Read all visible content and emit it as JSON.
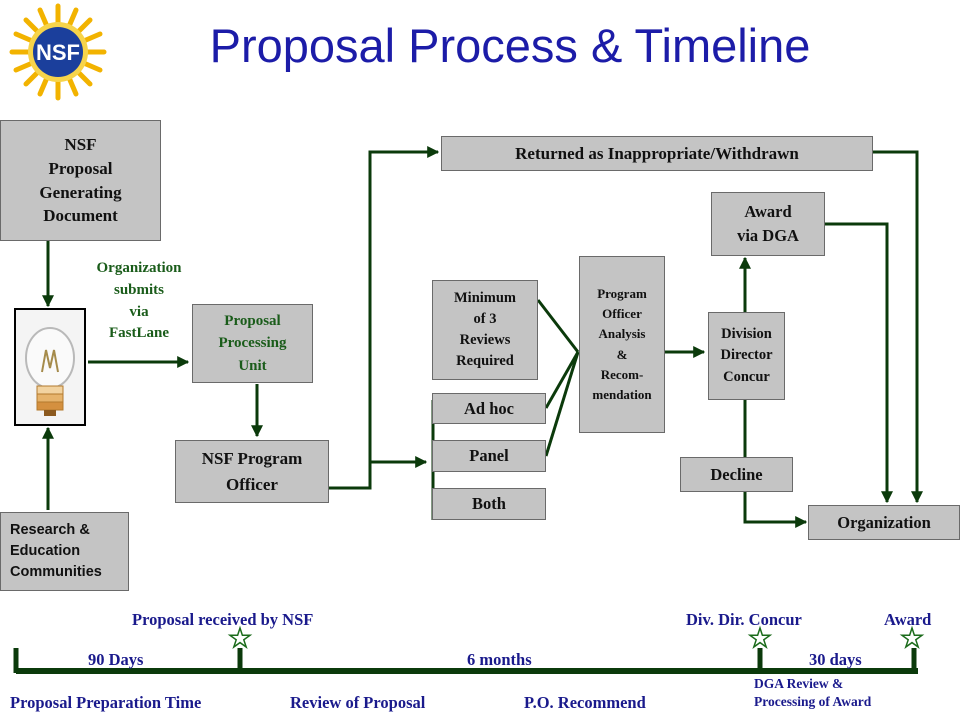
{
  "title": "Proposal Process & Timeline",
  "logo": {
    "text": "NSF"
  },
  "boxes": {
    "nsf_doc": "NSF\nProposal\nGenerating\nDocument",
    "research": "Research &\nEducation\nCommunities",
    "ppu": "Proposal\nProcessing\nUnit",
    "program_officer": "NSF Program\nOfficer",
    "returned": "Returned as Inappropriate/Withdrawn",
    "minimum": "Minimum\nof 3\nReviews\nRequired",
    "adhoc": "Ad hoc",
    "panel": "Panel",
    "both": "Both",
    "po_analysis": "Program\nOfficer\nAnalysis\n&\nRecom-\nmendation",
    "award_dga": "Award\nvia DGA",
    "division": "Division\nDirector\nConcur",
    "decline": "Decline",
    "organization": "Organization"
  },
  "labels": {
    "submits": "Organization\nsubmits\nvia\nFastLane"
  },
  "timeline": {
    "received": "Proposal received by NSF",
    "divdir": "Div. Dir. Concur",
    "award": "Award",
    "days90": "90 Days",
    "months6": "6 months",
    "days30": "30 days",
    "prep": "Proposal Preparation Time",
    "review": "Review of Proposal",
    "recommend": "P.O. Recommend",
    "dga": "DGA Review &\nProcessing of Award"
  },
  "colors": {
    "connector": "#0b3a0b",
    "box_fill": "#c4c4c4",
    "title_blue": "#1c1ca8",
    "label_green": "#1a5c1a",
    "timeline_navy": "#1a1a8c",
    "logo_gold": "#f2b300",
    "logo_blue": "#1b3f9c"
  }
}
